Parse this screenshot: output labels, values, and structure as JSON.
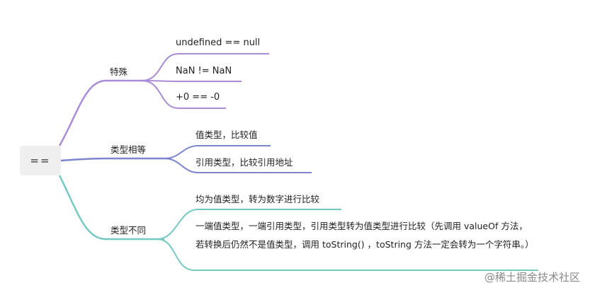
{
  "root": {
    "label": "=="
  },
  "branches": [
    {
      "label": "特殊",
      "color": "#a98bd6",
      "children": [
        "undefined == null",
        "NaN != NaN",
        "+0 == -0"
      ]
    },
    {
      "label": "类型相等",
      "color": "#7b86cf",
      "children": [
        "值类型，比较值",
        "引用类型，比较引用地址"
      ]
    },
    {
      "label": "类型不同",
      "color": "#76c9c3",
      "children": [
        "均为值类型，转为数字进行比较",
        "一端值类型，一端引用类型，引用类型转为值类型进行比较（先调用 valueOf 方法，若转换后仍然不是值类型，调用 toString() ，toString 方法一定会转为一个字符串。）"
      ]
    }
  ],
  "watermark": "@稀土掘金技术社区"
}
